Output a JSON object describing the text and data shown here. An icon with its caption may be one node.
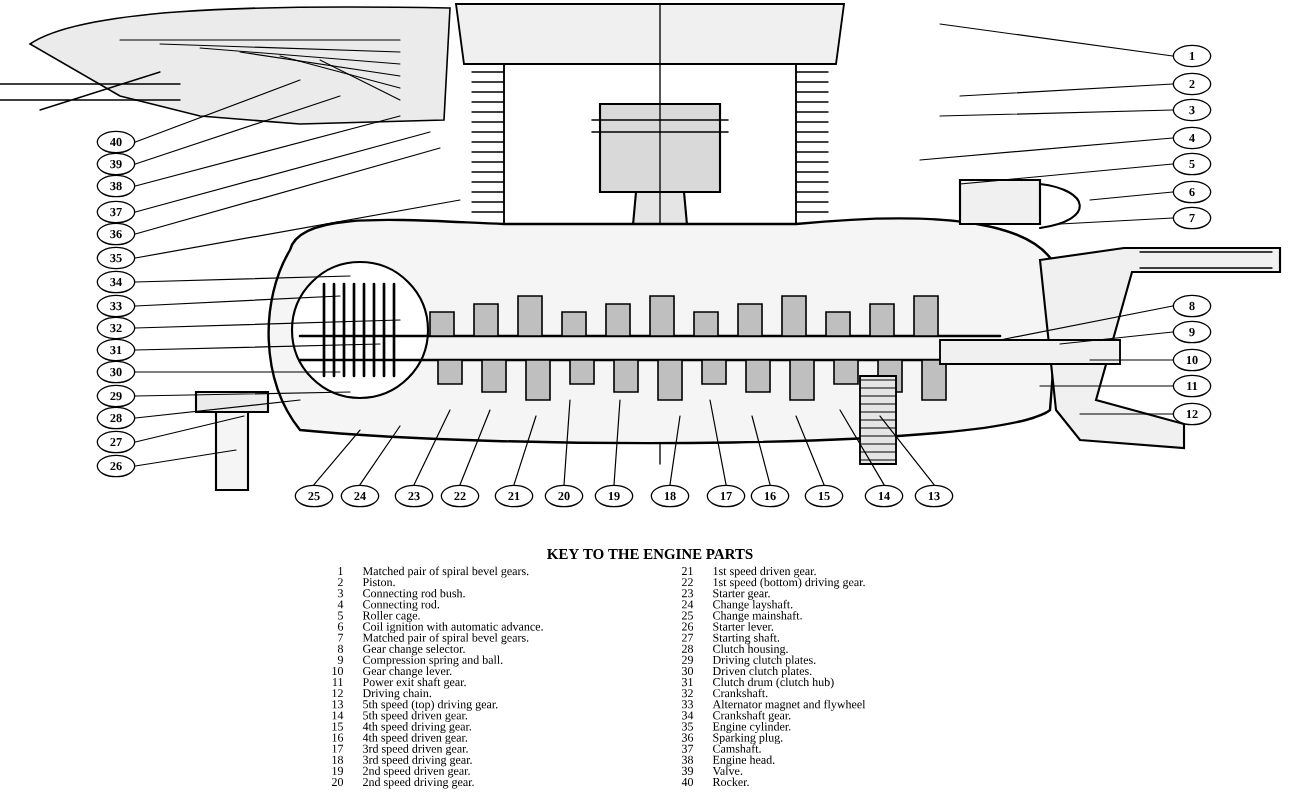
{
  "diagram": {
    "nodes": [
      {
        "text": [
          "1"
        ]
      },
      {
        "text": [
          "2"
        ]
      },
      {
        "text": [
          "3"
        ]
      },
      {
        "text": [
          "4"
        ]
      },
      {
        "text": [
          "5"
        ]
      },
      {
        "text": [
          "6"
        ]
      },
      {
        "text": [
          "7"
        ]
      },
      {
        "text": [
          "8"
        ]
      },
      {
        "text": [
          "9"
        ]
      },
      {
        "text": [
          "10"
        ]
      },
      {
        "text": [
          "11"
        ]
      },
      {
        "text": [
          "12"
        ]
      },
      {
        "text": [
          "13"
        ]
      },
      {
        "text": [
          "14"
        ]
      },
      {
        "text": [
          "15"
        ]
      },
      {
        "text": [
          "16"
        ]
      },
      {
        "text": [
          "17"
        ]
      },
      {
        "text": [
          "18"
        ]
      },
      {
        "text": [
          "19"
        ]
      },
      {
        "text": [
          "20"
        ]
      },
      {
        "text": [
          "21"
        ]
      },
      {
        "text": [
          "22"
        ]
      },
      {
        "text": [
          "23"
        ]
      },
      {
        "text": [
          "24"
        ]
      },
      {
        "text": [
          "25"
        ]
      },
      {
        "text": [
          "26"
        ]
      },
      {
        "text": [
          "27"
        ]
      },
      {
        "text": [
          "28"
        ]
      },
      {
        "text": [
          "29"
        ]
      },
      {
        "text": [
          "30"
        ]
      },
      {
        "text": [
          "31"
        ]
      },
      {
        "text": [
          "32"
        ]
      },
      {
        "text": [
          "33"
        ]
      },
      {
        "text": [
          "34"
        ]
      },
      {
        "text": [
          "35"
        ]
      },
      {
        "text": [
          "36"
        ]
      },
      {
        "text": [
          "37"
        ]
      },
      {
        "text": [
          "38"
        ]
      },
      {
        "text": [
          "39"
        ]
      },
      {
        "text": [
          "40"
        ]
      }
    ],
    "edges": [
      {
        "from": 0,
        "to": null,
        "arrow": "none"
      },
      {
        "from": 1,
        "to": null,
        "arrow": "none"
      },
      {
        "from": 2,
        "to": null,
        "arrow": "none"
      },
      {
        "from": 3,
        "to": null,
        "arrow": "none"
      },
      {
        "from": 4,
        "to": null,
        "arrow": "none"
      },
      {
        "from": 5,
        "to": null,
        "arrow": "none"
      },
      {
        "from": 6,
        "to": null,
        "arrow": "none"
      },
      {
        "from": 7,
        "to": null,
        "arrow": "none"
      },
      {
        "from": 8,
        "to": null,
        "arrow": "none"
      },
      {
        "from": 9,
        "to": null,
        "arrow": "none"
      },
      {
        "from": 10,
        "to": null,
        "arrow": "none"
      },
      {
        "from": 11,
        "to": null,
        "arrow": "none"
      },
      {
        "from": 12,
        "to": null,
        "arrow": "none"
      },
      {
        "from": 13,
        "to": null,
        "arrow": "none"
      },
      {
        "from": 14,
        "to": null,
        "arrow": "none"
      },
      {
        "from": 15,
        "to": null,
        "arrow": "none"
      },
      {
        "from": 16,
        "to": null,
        "arrow": "none"
      },
      {
        "from": 17,
        "to": null,
        "arrow": "none"
      },
      {
        "from": 18,
        "to": null,
        "arrow": "none"
      },
      {
        "from": 19,
        "to": null,
        "arrow": "none"
      },
      {
        "from": 20,
        "to": null,
        "arrow": "none"
      },
      {
        "from": 21,
        "to": null,
        "arrow": "none"
      },
      {
        "from": 22,
        "to": null,
        "arrow": "none"
      },
      {
        "from": 23,
        "to": null,
        "arrow": "none"
      },
      {
        "from": 24,
        "to": null,
        "arrow": "none"
      },
      {
        "from": 25,
        "to": null,
        "arrow": "none"
      },
      {
        "from": 26,
        "to": null,
        "arrow": "none"
      },
      {
        "from": 27,
        "to": null,
        "arrow": "none"
      },
      {
        "from": 28,
        "to": null,
        "arrow": "none"
      },
      {
        "from": 29,
        "to": null,
        "arrow": "none"
      },
      {
        "from": 30,
        "to": null,
        "arrow": "none"
      },
      {
        "from": 31,
        "to": null,
        "arrow": "none"
      },
      {
        "from": 32,
        "to": null,
        "arrow": "none"
      },
      {
        "from": 33,
        "to": null,
        "arrow": "none"
      },
      {
        "from": 34,
        "to": null,
        "arrow": "none"
      },
      {
        "from": 35,
        "to": null,
        "arrow": "none"
      },
      {
        "from": 36,
        "to": null,
        "arrow": "none"
      },
      {
        "from": 37,
        "to": null,
        "arrow": "none"
      },
      {
        "from": 38,
        "to": null,
        "arrow": "none"
      },
      {
        "from": 39,
        "to": null,
        "arrow": "none"
      }
    ],
    "labels": [
      "KEY TO THE ENGINE PARTS",
      "1",
      "Matched pair of spiral bevel gears.",
      "21",
      "1st speed driven gear.",
      "2",
      "Piston.",
      "22",
      "1st speed (bottom) driving gear.",
      "3",
      "Connecting rod bush.",
      "23",
      "Starter gear.",
      "4",
      "Connecting rod.",
      "24",
      "Change layshaft.",
      "5",
      "Roller cage.",
      "25",
      "Change mainshaft.",
      "6",
      "Coil ignition with automatic advance.",
      "26",
      "Starter lever.",
      "7",
      "Matched pair of spiral bevel gears.",
      "27",
      "Starting shaft.",
      "8",
      "Gear change selector.",
      "28",
      "Clutch housing.",
      "9",
      "Compression spring and ball.",
      "29",
      "Driving clutch plates.",
      "10",
      "Gear change lever.",
      "30",
      "Driven clutch plates.",
      "11",
      "Power exit shaft gear.",
      "31",
      "Clutch drum (clutch hub)",
      "12",
      "Driving chain.",
      "32",
      "Crankshaft.",
      "13",
      "5th speed (top) driving gear.",
      "33",
      "Alternator magnet and flywheel",
      "14",
      "5th speed driven gear.",
      "34",
      "Crankshaft gear.",
      "15",
      "4th speed driving gear.",
      "35",
      "Engine cylinder.",
      "16",
      "4th speed driven gear.",
      "36",
      "Sparking plug.",
      "17",
      "3rd speed driven gear.",
      "37",
      "Camshaft.",
      "18",
      "3rd speed driving gear.",
      "38",
      "Engine head.",
      "19",
      "2nd speed driven gear.",
      "39",
      "Valve.",
      "20",
      "2nd speed driving gear.",
      "40",
      "Rocker."
    ]
  }
}
